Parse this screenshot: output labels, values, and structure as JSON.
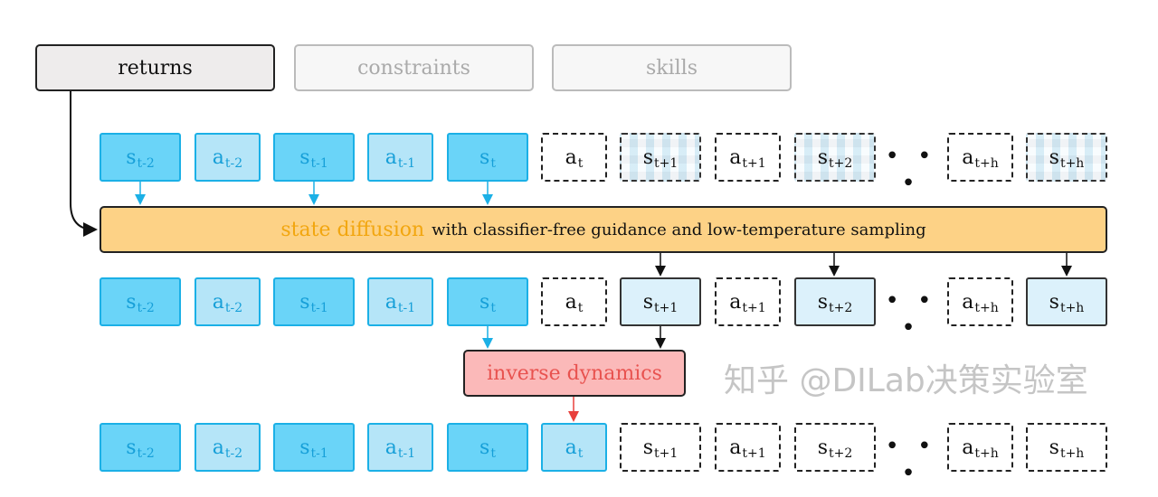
{
  "conditioning": {
    "returns": "returns",
    "constraints": "constraints",
    "skills": "skills"
  },
  "diffusion": {
    "highlight": "state diffusion",
    "rest": "with classifier-free guidance and low-temperature sampling"
  },
  "inverse_dynamics": "inverse dynamics",
  "ellipsis": "• • •",
  "labels": {
    "s_tm2": {
      "m": "s",
      "s": "t-2"
    },
    "a_tm2": {
      "m": "a",
      "s": "t-2"
    },
    "s_tm1": {
      "m": "s",
      "s": "t-1"
    },
    "a_tm1": {
      "m": "a",
      "s": "t-1"
    },
    "s_t": {
      "m": "s",
      "s": "t"
    },
    "a_t": {
      "m": "a",
      "s": "t"
    },
    "s_tp1": {
      "m": "s",
      "s": "t+1"
    },
    "a_tp1": {
      "m": "a",
      "s": "t+1"
    },
    "s_tp2": {
      "m": "s",
      "s": "t+2"
    },
    "a_tph": {
      "m": "a",
      "s": "t+h"
    },
    "s_tph": {
      "m": "s",
      "s": "t+h"
    }
  },
  "colors": {
    "state": "#6ad4f8",
    "action": "#b5e5f8",
    "diffusion": "#fdd286",
    "inverse": "#fbb9b9",
    "highlight": "#f2a60f"
  },
  "watermark": "知乎 @DILab决策实验室"
}
